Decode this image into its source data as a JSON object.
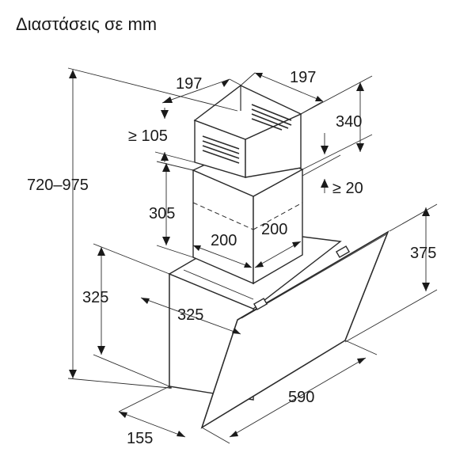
{
  "title": "Διαστάσεις σε mm",
  "dimensions": {
    "duct_width_left": "197",
    "duct_width_right": "197",
    "duct_upper_height": "340",
    "min_overlap": "≥ 105",
    "min_gap": "≥ 20",
    "total_height_range": "720–975",
    "duct_lower_height": "305",
    "duct_lower_width": "200",
    "duct_lower_depth": "200",
    "glass_height": "375",
    "body_height": "325",
    "body_depth": "325",
    "hood_width": "590",
    "base_depth": "155"
  }
}
